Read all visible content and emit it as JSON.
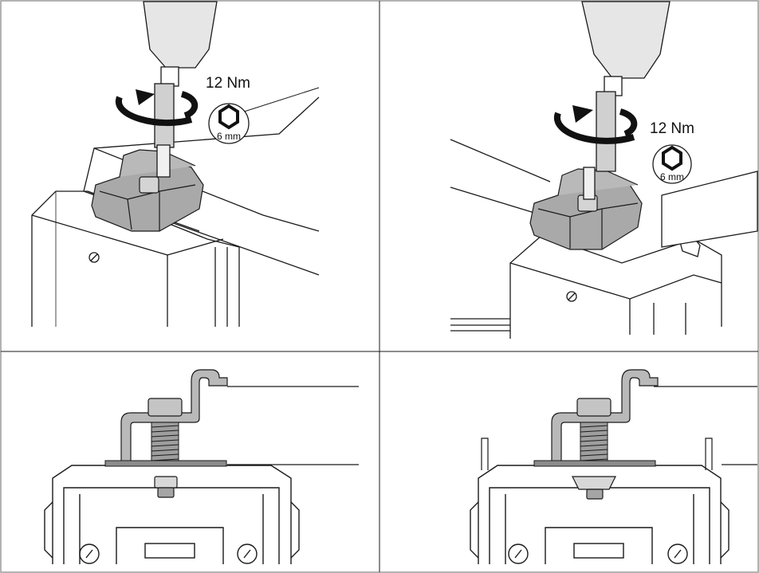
{
  "panels": {
    "top_left": {
      "torque_label": "12 Nm",
      "tool_size_label": "6 mm",
      "tool_icon": "hex-socket-icon",
      "rotation_icon": "clockwise-rotation-arrow-icon"
    },
    "top_right": {
      "torque_label": "12 Nm",
      "tool_size_label": "6 mm",
      "tool_icon": "hex-socket-icon",
      "rotation_icon": "clockwise-rotation-arrow-icon"
    },
    "bottom_left": {
      "view": "front-cross-section"
    },
    "bottom_right": {
      "view": "front-cross-section"
    }
  },
  "colors": {
    "line": "#1a1a1a",
    "part_gray": "#b9b9b9",
    "part_dark": "#8c8c8c",
    "tool_light": "#e6e6e6",
    "border": "#9a9a9a"
  }
}
